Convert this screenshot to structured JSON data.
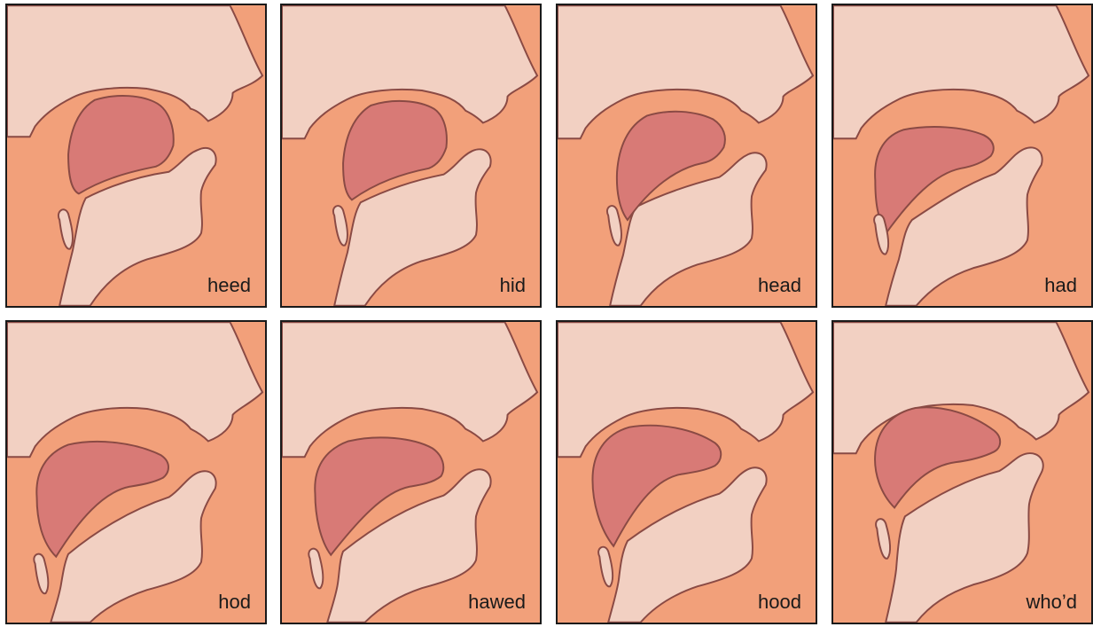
{
  "colors": {
    "face": "#f2d0c2",
    "tissue": "#f2a07a",
    "tongue": "#d87a76",
    "outline": "#8a4a44",
    "border": "#1a1a1a"
  },
  "panels": [
    {
      "label": "heed"
    },
    {
      "label": "hid"
    },
    {
      "label": "head"
    },
    {
      "label": "had"
    },
    {
      "label": "hod"
    },
    {
      "label": "hawed"
    },
    {
      "label": "hood"
    },
    {
      "label": "who’d"
    }
  ]
}
